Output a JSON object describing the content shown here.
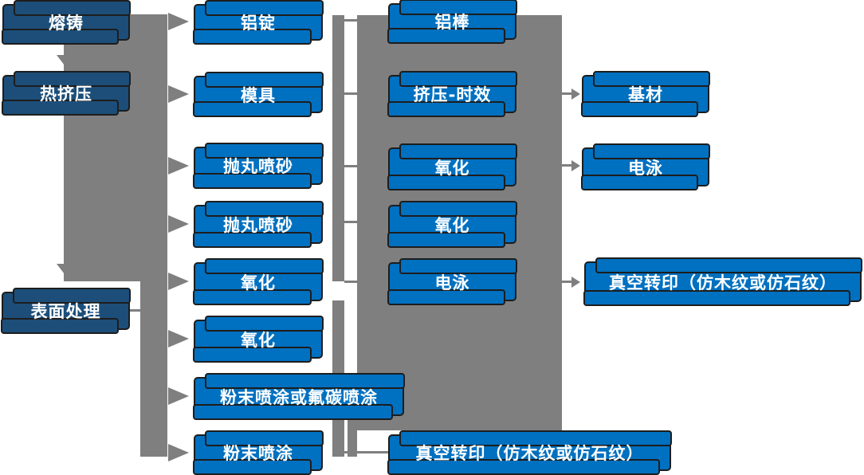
{
  "palette": {
    "node_blue": "#0070C0",
    "node_navy": "#1C4E79",
    "connector_gray": "#7f7f7f",
    "node_border": "#1d1d1d",
    "node_text": "#ffffff",
    "background": "#ffffff"
  },
  "nodes": [
    {
      "id": "melting-casting",
      "label": "熔铸"
    },
    {
      "id": "hot-extrusion",
      "label": "热挤压"
    },
    {
      "id": "surface-treatment",
      "label": "表面处理"
    },
    {
      "id": "aluminum-ingot",
      "label": "铝锭"
    },
    {
      "id": "mold",
      "label": "模具"
    },
    {
      "id": "shot-blast-sandblast-1",
      "label": "抛丸喷砂"
    },
    {
      "id": "shot-blast-sandblast-2",
      "label": "抛丸喷砂"
    },
    {
      "id": "oxidation-1",
      "label": "氧化"
    },
    {
      "id": "oxidation-2",
      "label": "氧化"
    },
    {
      "id": "powder-or-fluorocarbon-coating",
      "label": "粉末喷涂或氟碳喷涂"
    },
    {
      "id": "powder-coating",
      "label": "粉末喷涂"
    },
    {
      "id": "aluminum-rod",
      "label": "铝棒"
    },
    {
      "id": "extrusion-aging",
      "label": "挤压-时效"
    },
    {
      "id": "oxidation-3",
      "label": "氧化"
    },
    {
      "id": "oxidation-4",
      "label": "氧化"
    },
    {
      "id": "electrophoresis-1",
      "label": "电泳"
    },
    {
      "id": "substrate",
      "label": "基材"
    },
    {
      "id": "electrophoresis-2",
      "label": "电泳"
    },
    {
      "id": "vacuum-transfer-1",
      "label": "真空转印（仿木纹或仿石纹）"
    },
    {
      "id": "vacuum-transfer-2",
      "label": "真空转印（仿木纹或仿石纹）"
    }
  ],
  "connections": {
    "down_arrow_targets": [
      "热挤压",
      "表面处理"
    ],
    "left_bus_arrow_targets": [
      "铝锭",
      "模具",
      "抛丸喷砂",
      "抛丸喷砂",
      "氧化",
      "氧化",
      "粉末喷涂或氟碳喷涂",
      "粉末喷涂"
    ],
    "right_arrow_pairs": [
      [
        "挤压-时效",
        "基材"
      ],
      [
        "氧化",
        "电泳"
      ],
      [
        "电泳",
        "真空转印（仿木纹或仿石纹）"
      ]
    ],
    "bus_links": [
      "表面处理 连接左侧竖向汇流条",
      "中间竖向汇流条连接第二列与中部灰色块",
      "中部灰色块底部连接 真空转印（仿木纹或仿石纹）"
    ]
  }
}
